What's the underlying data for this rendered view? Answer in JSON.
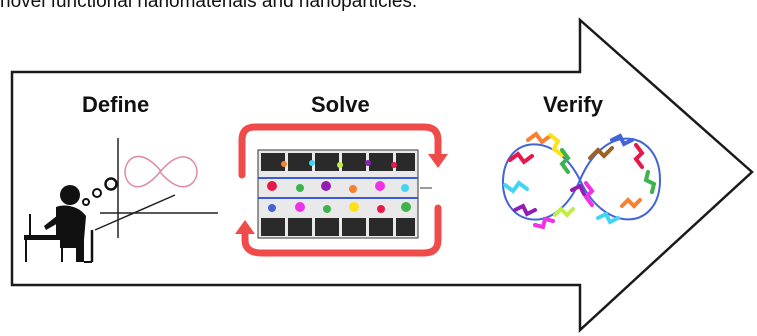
{
  "caption": "novel functional nanomaterials and nanoparticles.",
  "stages": [
    {
      "label": "Define"
    },
    {
      "label": "Solve"
    },
    {
      "label": "Verify"
    }
  ],
  "colors": {
    "arrow_outline": "#1a1a1a",
    "cycle_arrow": "#ef4b4b",
    "target_curve": "#e08aa8",
    "filmstrip_band": "#3b5bd6",
    "helix_palette": [
      "#e6194b",
      "#f58231",
      "#ffe119",
      "#3cb44b",
      "#42d4f4",
      "#4363d8",
      "#911eb4",
      "#f032e6",
      "#9a6324",
      "#bfef45"
    ]
  },
  "icons": [
    "person-at-desk-icon",
    "thought-bubble-icon",
    "infinity-curve-icon",
    "filmstrip-icon",
    "cycle-arrows-icon",
    "infinity-nanostructure-icon"
  ]
}
